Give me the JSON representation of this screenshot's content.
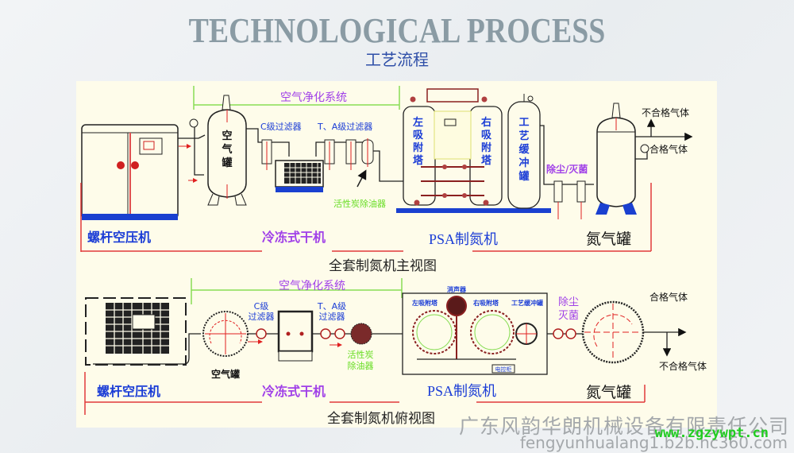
{
  "header": {
    "title": "TECHNOLOGICAL PROCESS",
    "subtitle": "工艺流程"
  },
  "front_view": {
    "caption": "全套制氮机主视图",
    "system_label": "空气净化系统",
    "sections": {
      "compressor": "螺杆空压机",
      "dryer": "冷冻式干机",
      "psa": "PSA制氮机",
      "nitrogen_tank": "氮气罐"
    },
    "components": {
      "air_tank": [
        "空",
        "气",
        "罐"
      ],
      "c_filter": "C级过滤器",
      "ta_filter": "T、A级过滤器",
      "carbon_filter": "活性炭除油器",
      "left_tower": [
        "左",
        "吸",
        "附",
        "塔"
      ],
      "right_tower": [
        "右",
        "吸",
        "附",
        "塔"
      ],
      "buffer_tank": [
        "工",
        "艺",
        "缓",
        "冲",
        "罐"
      ],
      "dust_filter": "除尘/灭菌"
    },
    "outputs": {
      "unqualified": "不合格气体",
      "qualified": "合格气体"
    }
  },
  "top_view": {
    "caption": "全套制氮机俯视图",
    "system_label": "空气净化系统",
    "sections": {
      "compressor": "螺杆空压机",
      "dryer": "冷冻式干机",
      "psa": "PSA制氮机",
      "nitrogen_tank": "氮气罐"
    },
    "components": {
      "air_tank": "空气罐",
      "c_filter": [
        "C级",
        "过滤器"
      ],
      "ta_filter": [
        "T、A级",
        "过滤器"
      ],
      "carbon_filter": [
        "活性炭",
        "除油器"
      ],
      "muffler": "消声器",
      "left_tower": "左吸附塔",
      "right_tower": "右吸附塔",
      "buffer_tank": "工艺缓冲罐",
      "control_box": "电控柜",
      "dust_filter": [
        "除尘",
        "灭菌"
      ]
    },
    "outputs": {
      "qualified": "合格气体",
      "unqualified": "不合格气体"
    }
  },
  "footer": {
    "company": "广东风韵华朗机械设备有限责任公司",
    "site": "fengyunhualang1.b2b.hc360.com",
    "watermark": "www.zgzywpt.cn"
  },
  "colors": {
    "title": "#8a9ba4",
    "label_blue": "#1a3cd6",
    "label_purple": "#a040e8",
    "label_green": "#66dd22",
    "divider_red": "#e03a3a",
    "panel_bg": "#fefcea"
  }
}
